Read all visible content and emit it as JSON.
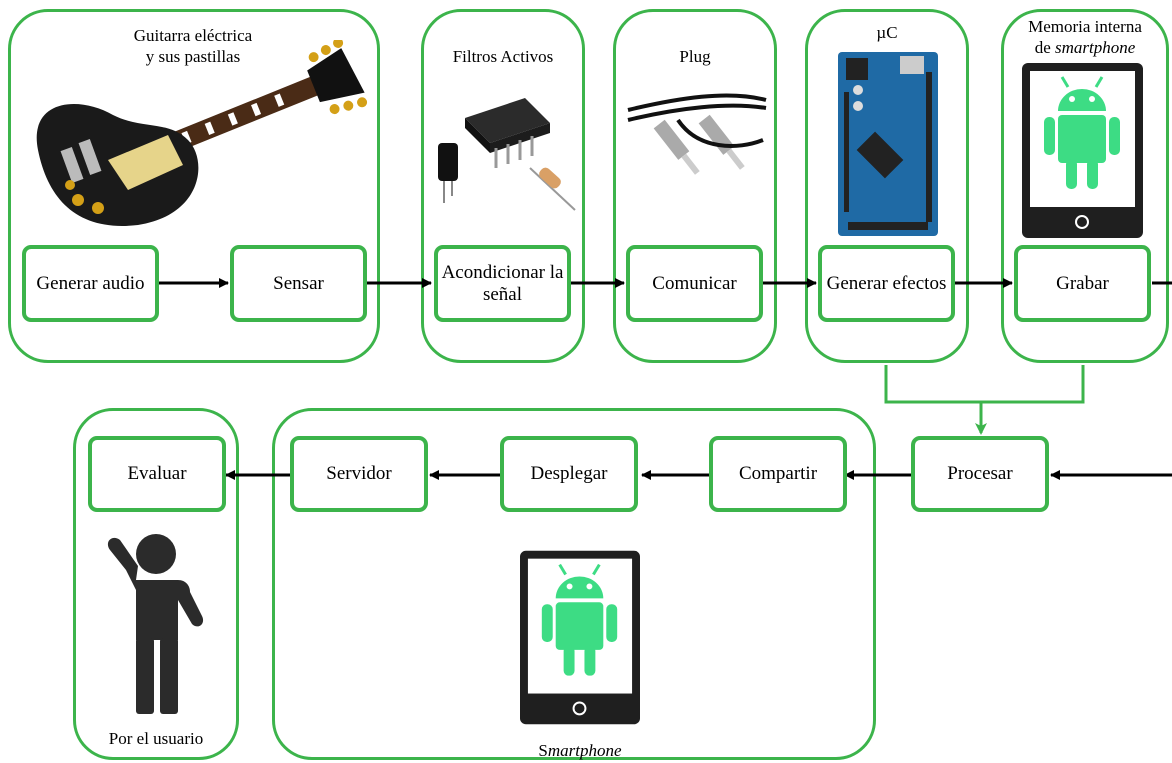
{
  "groups": {
    "guitar": {
      "caption": "Guitarra eléctrica y sus pastillas"
    },
    "filters": {
      "caption": "Filtros Activos"
    },
    "plug": {
      "caption": "Plug"
    },
    "uc": {
      "caption": "µC"
    },
    "memory": {
      "caption_line1": "Memoria interna",
      "caption_prefix": "de ",
      "caption_italic": "smartphone"
    },
    "smartphone": {
      "caption_prefix": "S",
      "caption_italic": "martphone"
    },
    "user": {
      "caption": "Por el usuario"
    }
  },
  "blocks": {
    "generar_audio": "Generar audio",
    "sensar": "Sensar",
    "acondicionar": "Acondicionar la señal",
    "comunicar": "Comunicar",
    "generar_efectos": "Generar efectos",
    "grabar": "Grabar",
    "procesar": "Procesar",
    "compartir": "Compartir",
    "desplegar": "Desplegar",
    "servidor": "Servidor",
    "evaluar": "Evaluar"
  },
  "colors": {
    "accent": "#3cb44b",
    "android": "#3ddc84",
    "device": "#1f1f1f",
    "arrow": "#000000"
  },
  "icons": [
    "electric-guitar",
    "op-amp-chip",
    "audio-jack-plug",
    "arduino-board",
    "android-tablet",
    "person-icon"
  ]
}
